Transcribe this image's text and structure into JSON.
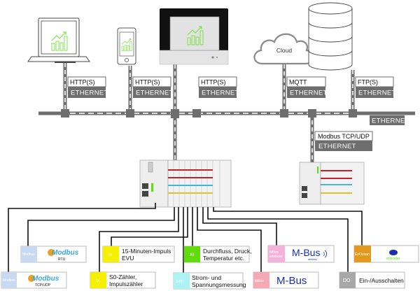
{
  "devices": {
    "cloud_label": "Cloud"
  },
  "connections": [
    {
      "protocol": "HTTP(S)",
      "medium": "ETHERNET"
    },
    {
      "protocol": "HTTP(S)",
      "medium": "ETHERNET"
    },
    {
      "protocol": "HTTP(S)",
      "medium": "ETHERNET"
    },
    {
      "protocol": "MQTT",
      "medium": "ETHERNET"
    },
    {
      "protocol": "FTP(S)",
      "medium": "ETHERNET"
    }
  ],
  "bus_label": "ETHERNET",
  "modbus_link": {
    "protocol": "Modbus TCP/UDP",
    "medium": "ETHERNET"
  },
  "interfaces": {
    "modbus_rtu": {
      "tag": "Modbus",
      "logo": "Modbus",
      "sub": "RTU",
      "color": "#c9d9f2"
    },
    "modbus_tcp": {
      "tag": "Modbus",
      "logo": "Modbus",
      "sub": "TCP/UDP",
      "color": "#c9d9f2"
    },
    "di_15min": {
      "tag": "DI",
      "line1": "15-Minuten-Impuls",
      "line2": "EVU",
      "color": "#f5f000"
    },
    "di_s0": {
      "tag": "DI",
      "line1": "S0-Zähler,",
      "line2": "Impulszähler",
      "color": "#f5f000"
    },
    "ai": {
      "tag": "AI",
      "line1": "Durchfluss, Druck,",
      "line2": "Temperatur etc.",
      "color": "#5fdc0a"
    },
    "spm": {
      "tag": "3-PH",
      "line1": "Strom- und",
      "line2": "Spannungsmessung",
      "color": "#aef3f3"
    },
    "mbus_wireless": {
      "tag1": "MBus",
      "tag2": "wireless",
      "logo": "M-Bus",
      "sub": "wireless",
      "color": "#f4b3dd"
    },
    "mbus": {
      "tag": "MBus",
      "logo": "M-Bus",
      "color": "#f5a9b4"
    },
    "enocean": {
      "tag": "EnOcean",
      "logo": "enocean",
      "color": "#e2991e"
    },
    "do": {
      "tag": "DO",
      "line1": "Ein-/Ausschalten",
      "color": "#a8a8a8"
    }
  },
  "colors": {
    "bus": "#6e6e6e",
    "chart_green": "#7ee34a",
    "modbus_blue": "#38a8e0",
    "mbus_blue": "#1a2fb0"
  }
}
